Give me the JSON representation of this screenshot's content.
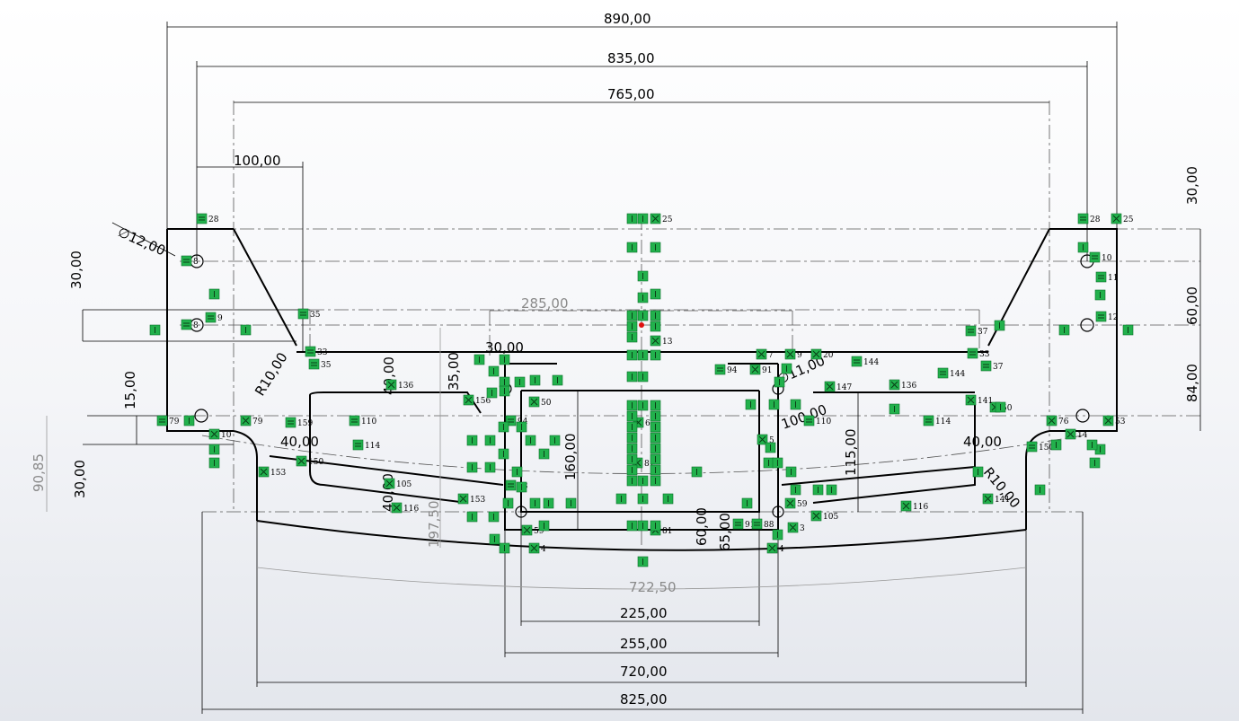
{
  "dimensions": [
    {
      "id": "d890",
      "text": "890,00"
    },
    {
      "id": "d835",
      "text": "835,00"
    },
    {
      "id": "d765",
      "text": "765,00"
    },
    {
      "id": "d100",
      "text": "100,00"
    },
    {
      "id": "dphi12",
      "text": "∅12,00"
    },
    {
      "id": "d30left",
      "text": "30,00"
    },
    {
      "id": "d30right",
      "text": "30,00"
    },
    {
      "id": "d60right",
      "text": "60,00"
    },
    {
      "id": "d84right",
      "text": "84,00"
    },
    {
      "id": "d285",
      "text": "285,00"
    },
    {
      "id": "dR10left",
      "text": "R10,00"
    },
    {
      "id": "dR10right",
      "text": "R10,00"
    },
    {
      "id": "d30center",
      "text": "30,00"
    },
    {
      "id": "d40v",
      "text": "40,00"
    },
    {
      "id": "d35",
      "text": "35,00"
    },
    {
      "id": "dphi11",
      "text": "∅11,00"
    },
    {
      "id": "d100c",
      "text": "100,00"
    },
    {
      "id": "d15",
      "text": "15,00"
    },
    {
      "id": "d40left",
      "text": "40,00"
    },
    {
      "id": "d40right",
      "text": "40,00"
    },
    {
      "id": "d90_85",
      "text": "90,85"
    },
    {
      "id": "d30lower",
      "text": "30,00"
    },
    {
      "id": "d160",
      "text": "160,00"
    },
    {
      "id": "d115",
      "text": "115,00"
    },
    {
      "id": "d197",
      "text": "197,50"
    },
    {
      "id": "d40c",
      "text": "40,00"
    },
    {
      "id": "d60c",
      "text": "60,00"
    },
    {
      "id": "d65c",
      "text": "65,00"
    },
    {
      "id": "d722",
      "text": "722,50"
    },
    {
      "id": "d225",
      "text": "225,00"
    },
    {
      "id": "d255",
      "text": "255,00"
    },
    {
      "id": "d720",
      "text": "720,00"
    },
    {
      "id": "d825",
      "text": "825,00"
    }
  ],
  "relations": [
    {
      "label": "28",
      "icon": "horizontal"
    },
    {
      "label": "25",
      "icon": "fix"
    },
    {
      "label": "28",
      "icon": "horizontal"
    },
    {
      "label": "25",
      "icon": "fix"
    },
    {
      "label": "10",
      "icon": "horizontal"
    },
    {
      "label": "11",
      "icon": "horizontal"
    },
    {
      "label": "12",
      "icon": "horizontal"
    },
    {
      "label": "9",
      "icon": "horizontal"
    },
    {
      "label": "8",
      "icon": "horizontal"
    },
    {
      "label": "8",
      "icon": "horizontal"
    },
    {
      "label": "35",
      "icon": "horizontal"
    },
    {
      "label": "33",
      "icon": "horizontal"
    },
    {
      "label": "35",
      "icon": "horizontal"
    },
    {
      "label": "13",
      "icon": "fix"
    },
    {
      "label": "37",
      "icon": "horizontal"
    },
    {
      "label": "33",
      "icon": "horizontal"
    },
    {
      "label": "37",
      "icon": "horizontal"
    },
    {
      "label": "136",
      "icon": "fix"
    },
    {
      "label": "136",
      "icon": "fix"
    },
    {
      "label": "144",
      "icon": "horizontal"
    },
    {
      "label": "144",
      "icon": "horizontal"
    },
    {
      "label": "147",
      "icon": "fix"
    },
    {
      "label": "110",
      "icon": "horizontal"
    },
    {
      "label": "110",
      "icon": "horizontal"
    },
    {
      "label": "114",
      "icon": "horizontal"
    },
    {
      "label": "114",
      "icon": "horizontal"
    },
    {
      "label": "159",
      "icon": "horizontal"
    },
    {
      "label": "156",
      "icon": "fix"
    },
    {
      "label": "79",
      "icon": "horizontal"
    },
    {
      "label": "79",
      "icon": "fix"
    },
    {
      "label": "76",
      "icon": "fix"
    },
    {
      "label": "53",
      "icon": "fix"
    },
    {
      "label": "14",
      "icon": "fix"
    },
    {
      "label": "10",
      "icon": "fix"
    },
    {
      "label": "150",
      "icon": "fix"
    },
    {
      "label": "153",
      "icon": "fix"
    },
    {
      "label": "150",
      "icon": "horizontal"
    },
    {
      "label": "153",
      "icon": "fix"
    },
    {
      "label": "105",
      "icon": "fix"
    },
    {
      "label": "116",
      "icon": "fix"
    },
    {
      "label": "105",
      "icon": "fix"
    },
    {
      "label": "116",
      "icon": "fix"
    },
    {
      "label": "94",
      "icon": "horizontal"
    },
    {
      "label": "94",
      "icon": "horizontal"
    },
    {
      "label": "91",
      "icon": "fix"
    },
    {
      "label": "91",
      "icon": "horizontal"
    },
    {
      "label": "88",
      "icon": "horizontal"
    },
    {
      "label": "88",
      "icon": "horizontal"
    },
    {
      "label": "59",
      "icon": "fix"
    },
    {
      "label": "59",
      "icon": "fix"
    },
    {
      "label": "50",
      "icon": "fix"
    },
    {
      "label": "50",
      "icon": "fix"
    },
    {
      "label": "4",
      "icon": "fix"
    },
    {
      "label": "4",
      "icon": "fix"
    },
    {
      "label": "81",
      "icon": "fix"
    },
    {
      "label": "81",
      "icon": "fix"
    },
    {
      "label": "7",
      "icon": "fix"
    },
    {
      "label": "9",
      "icon": "fix"
    },
    {
      "label": "20",
      "icon": "fix"
    },
    {
      "label": "5",
      "icon": "fix"
    },
    {
      "label": "6",
      "icon": "fix"
    },
    {
      "label": "3",
      "icon": "fix"
    },
    {
      "label": "141",
      "icon": "fix"
    },
    {
      "label": "141",
      "icon": "fix"
    }
  ]
}
